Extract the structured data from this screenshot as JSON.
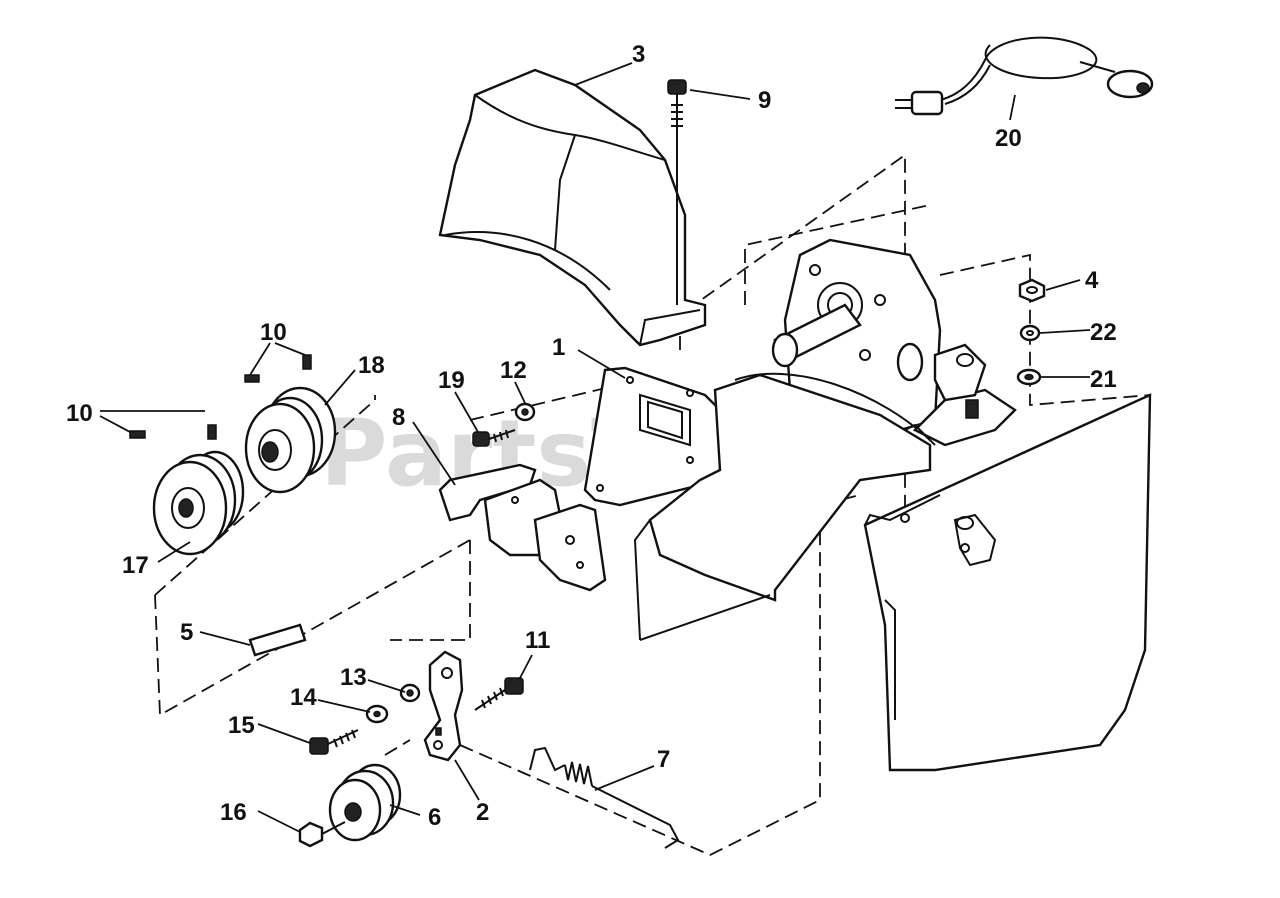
{
  "watermark": "PartsTree",
  "callouts": {
    "c1": "1",
    "c2": "2",
    "c3": "3",
    "c4": "4",
    "c5": "5",
    "c6": "6",
    "c7": "7",
    "c8": "8",
    "c9": "9",
    "c10a": "10",
    "c10b": "10",
    "c11": "11",
    "c12": "12",
    "c13": "13",
    "c14": "14",
    "c15": "15",
    "c16": "16",
    "c17": "17",
    "c18": "18",
    "c19": "19",
    "c20": "20",
    "c21": "21",
    "c22": "22"
  }
}
